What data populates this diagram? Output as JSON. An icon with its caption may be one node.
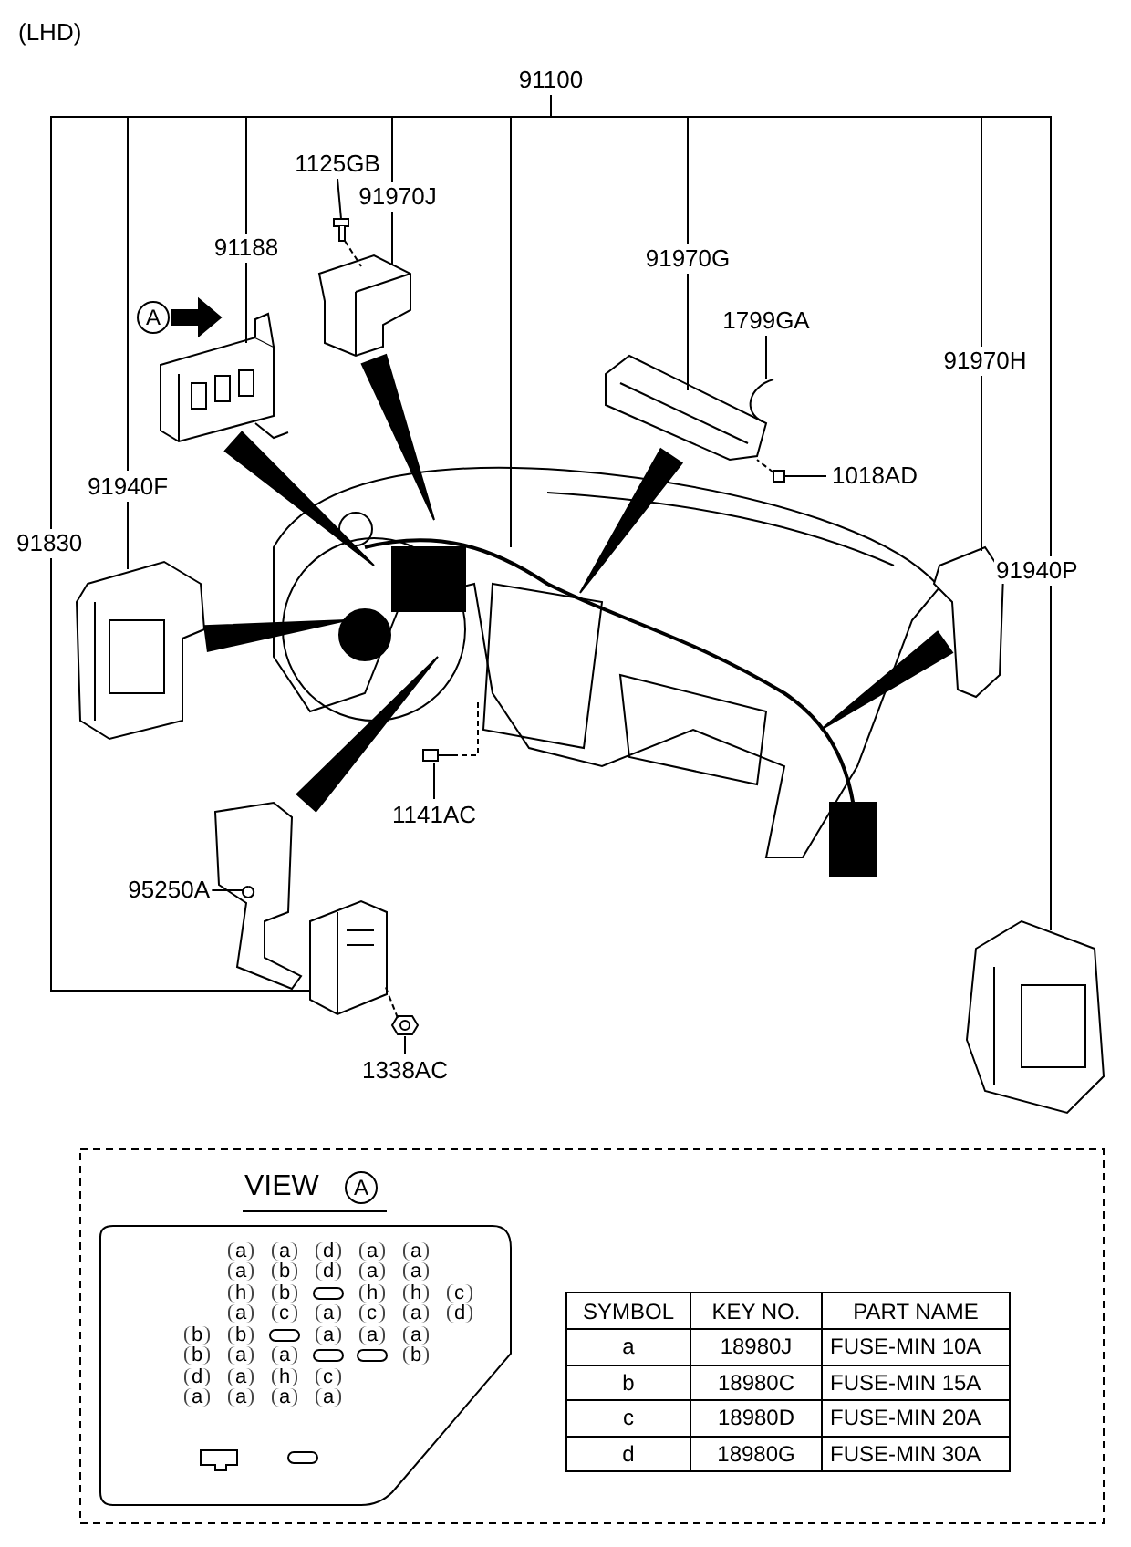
{
  "diagram": {
    "nodes": [
      {
        "text": [
          "91100"
        ]
      },
      {
        "text": [
          "91830"
        ]
      },
      {
        "text": [
          "91940F"
        ]
      },
      {
        "text": [
          "91188"
        ]
      },
      {
        "text": [
          "1125GB"
        ]
      },
      {
        "text": [
          "91970J"
        ]
      },
      {
        "text": [
          "91970G"
        ]
      },
      {
        "text": [
          "1799GA"
        ]
      },
      {
        "text": [
          "91970H"
        ]
      },
      {
        "text": [
          "1018AD"
        ]
      },
      {
        "text": [
          "91940P"
        ]
      },
      {
        "text": [
          "1141AC"
        ]
      },
      {
        "text": [
          "95250A"
        ]
      },
      {
        "text": [
          "1338AC"
        ]
      },
      {
        "text": [],
        "shape": "picture"
      },
      {
        "text": [],
        "shape": "picture"
      },
      {
        "text": [],
        "shape": "picture"
      },
      {
        "text": [],
        "shape": "picture"
      },
      {
        "text": [],
        "shape": "picture"
      },
      {
        "text": [],
        "shape": "picture"
      },
      {
        "text": [],
        "shape": "picture"
      },
      {
        "text": [],
        "shape": "picture"
      },
      {
        "text": [],
        "shape": "picture"
      },
      {
        "text": [],
        "shape": "picture"
      },
      {
        "text": [],
        "shape": "picture"
      },
      {
        "text": [],
        "shape": "picture"
      },
      {
        "text": [],
        "shape": "picture"
      },
      {
        "text": [],
        "shape": "picture"
      },
      {
        "text": [
          "A"
        ]
      },
      {
        "text": [
          "A"
        ]
      }
    ],
    "edges": [
      {
        "from": 0,
        "to": 21,
        "arrow": "none"
      },
      {
        "from": 1,
        "to": 26,
        "arrow": "none"
      },
      {
        "from": 2,
        "to": 20,
        "arrow": "none"
      },
      {
        "from": 3,
        "to": 14,
        "arrow": "none"
      },
      {
        "from": 4,
        "to": 15,
        "arrow": "none"
      },
      {
        "from": 5,
        "to": 16,
        "arrow": "none"
      },
      {
        "from": 6,
        "to": 17,
        "arrow": "none"
      },
      {
        "from": 7,
        "to": 18,
        "arrow": "none"
      },
      {
        "from": 8,
        "to": 22,
        "arrow": "none"
      },
      {
        "from": 9,
        "to": 19,
        "arrow": "none"
      },
      {
        "from": 10,
        "to": 23,
        "arrow": "none"
      },
      {
        "from": 11,
        "to": 24,
        "arrow": "none"
      },
      {
        "from": 12,
        "to": 25,
        "arrow": "none"
      },
      {
        "from": 13,
        "to": 27,
        "arrow": "none"
      },
      {
        "from": 15,
        "to": 16,
        "arrow": "none",
        "style": "dashed"
      },
      {
        "from": 19,
        "to": 17,
        "arrow": "none",
        "style": "dashed"
      },
      {
        "from": 24,
        "to": 21,
        "arrow": "none",
        "style": "dashed"
      },
      {
        "from": 27,
        "to": 26,
        "arrow": "none",
        "style": "dashed"
      },
      {
        "from": 14,
        "to": 21,
        "arrow": "none",
        "style": "thick"
      },
      {
        "from": 16,
        "to": 21,
        "arrow": "none",
        "style": "thick"
      },
      {
        "from": 17,
        "to": 21,
        "arrow": "none",
        "style": "thick"
      },
      {
        "from": 20,
        "to": 21,
        "arrow": "none",
        "style": "thick"
      },
      {
        "from": 22,
        "to": 21,
        "arrow": "none",
        "style": "thick"
      },
      {
        "from": 25,
        "to": 21,
        "arrow": "none",
        "style": "thick"
      },
      {
        "from": 28,
        "to": 14,
        "arrow": "to",
        "style": "thick"
      },
      {
        "from": 0,
        "to": 1,
        "arrow": "none"
      },
      {
        "from": 0,
        "to": 2,
        "arrow": "none"
      },
      {
        "from": 0,
        "to": 3,
        "arrow": "none"
      },
      {
        "from": 0,
        "to": 5,
        "arrow": "none"
      },
      {
        "from": 0,
        "to": 6,
        "arrow": "none"
      },
      {
        "from": 0,
        "to": 8,
        "arrow": "none"
      },
      {
        "from": 0,
        "to": 10,
        "arrow": "none"
      }
    ],
    "labels": [
      "(LHD)",
      "VIEW",
      "a",
      "a",
      "d",
      "a",
      "a",
      "a",
      "b",
      "d",
      "a",
      "a",
      "h",
      "b",
      "h",
      "h",
      "c",
      "a",
      "c",
      "a",
      "c",
      "a",
      "d",
      "b",
      "b",
      "a",
      "a",
      "a",
      "b",
      "a",
      "a",
      "b",
      "d",
      "a",
      "h",
      "c",
      "a",
      "a",
      "a",
      "a",
      "SYMBOL",
      "KEY NO.",
      "PART NAME",
      "a",
      "18980J",
      "FUSE-MIN 10A",
      "b",
      "18980C",
      "FUSE-MIN 15A",
      "c",
      "18980D",
      "FUSE-MIN 20A",
      "d",
      "18980G",
      "FUSE-MIN 30A"
    ]
  }
}
